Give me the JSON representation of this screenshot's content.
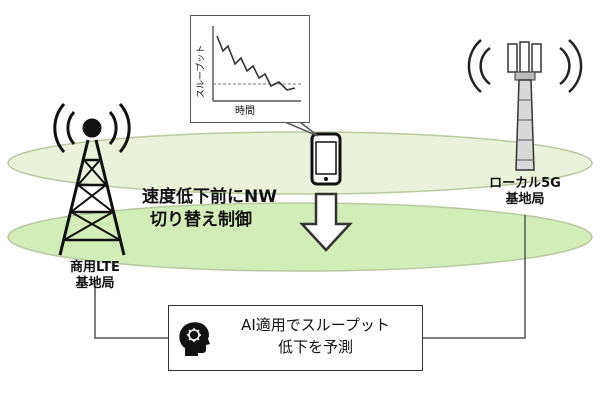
{
  "labels": {
    "lte_station": [
      "商用LTE",
      "基地局"
    ],
    "local5g_station": [
      "ローカル5G",
      "基地局"
    ],
    "switch_control": [
      "速度低下前にNW",
      "切り替え制御"
    ],
    "ai_prediction": [
      "AI適用でスループット",
      "低下を予測"
    ]
  },
  "inset_chart": {
    "ylabel": "スループット",
    "xlabel": "時間"
  },
  "colors": {
    "ellipse_fill": "#eaf3da",
    "ellipse_fill_lower": "#d2edb7",
    "ellipse_stroke": "#b9c9a0",
    "tower": "#111111",
    "connector": "#555555"
  },
  "icons": [
    "lte-tower-icon",
    "local5g-antenna-icon",
    "smartphone-icon",
    "down-arrow-icon",
    "ai-head-icon"
  ]
}
